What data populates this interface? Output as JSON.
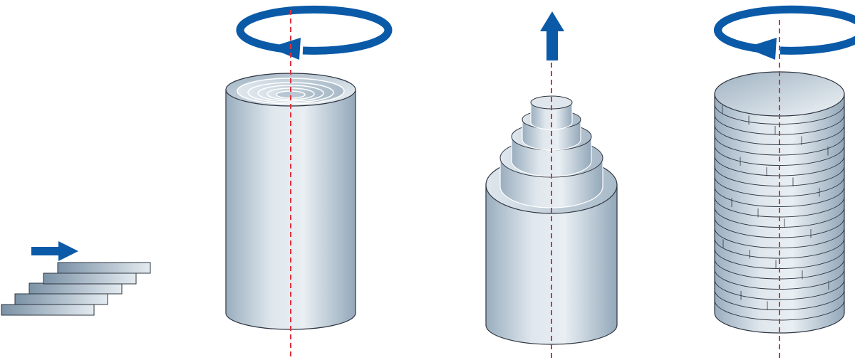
{
  "diagram": {
    "panels": [
      {
        "id": "laminar-plates",
        "motion": "translation",
        "arrow_icon": "arrow-right-icon",
        "layer_count": 5
      },
      {
        "id": "telescoping-cylinder-rotation",
        "motion": "rotation",
        "arrow_icon": "rotate-arrow-icon",
        "ring_count": 6
      },
      {
        "id": "telescoping-cylinder-extension",
        "motion": "axial-extension",
        "arrow_icon": "arrow-up-icon",
        "tier_count": 5
      },
      {
        "id": "stacked-discs-rotation",
        "motion": "rotation",
        "arrow_icon": "rotate-arrow-icon",
        "disc_count": 21
      }
    ]
  },
  "colors": {
    "arrow": "#0a5aa8",
    "axis": "#e0313b",
    "surface_light": "#e8eef2",
    "surface_mid": "#c3d0da",
    "surface_dark": "#8fa3b4",
    "outline": "#2e3440"
  }
}
